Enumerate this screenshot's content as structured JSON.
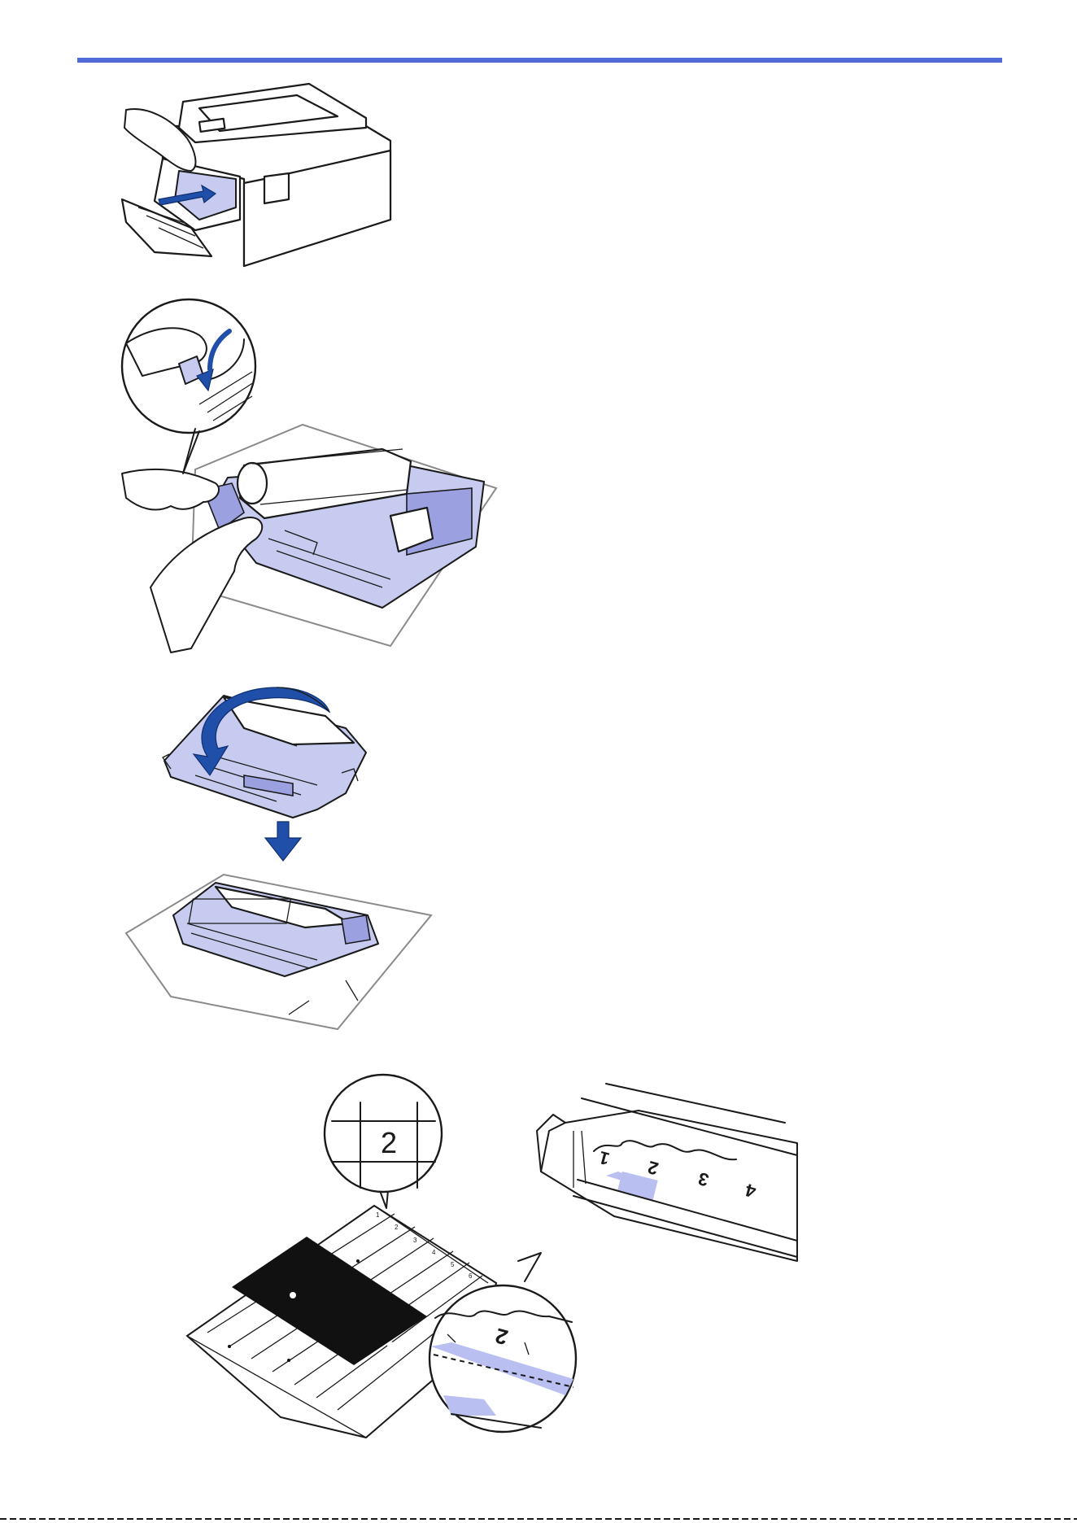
{
  "header": {
    "rule_color": "#4f6bd7"
  },
  "figures": [
    {
      "icon": "printer-open-front-remove-drum-illustration"
    },
    {
      "icon": "drum-unit-green-lever-toner-release-illustration"
    },
    {
      "icon": "drum-unit-turn-over-place-on-paper-illustration"
    },
    {
      "icon": "print-sheet-and-drum-number-alignment-illustration",
      "sheet_callout_number": "2",
      "sheet_column_numbers": [
        "1",
        "2",
        "3",
        "4",
        "5",
        "6"
      ],
      "drum_numbers": [
        "1",
        "2",
        "3",
        "4"
      ],
      "drum_callout_number": "2"
    }
  ],
  "colors": {
    "accent": "#4f6bd7",
    "unit_fill": "#c7cbf0",
    "arrow": "#1f4fa8",
    "highlight": "#b9bff0"
  }
}
